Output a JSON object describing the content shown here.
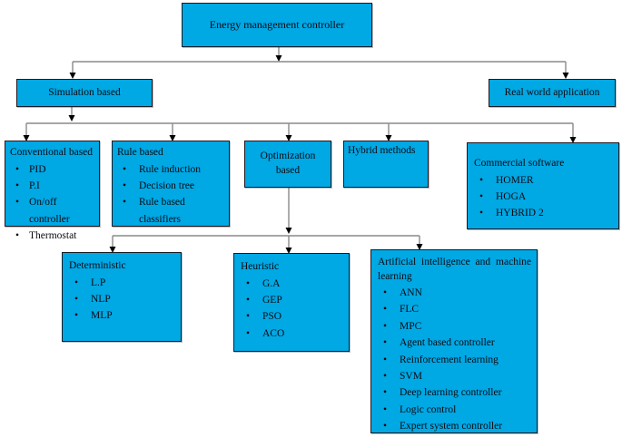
{
  "diagram": {
    "nodes": {
      "root": {
        "label": "Energy management controller"
      },
      "simulation": {
        "label": "Simulation based"
      },
      "real_world": {
        "label": "Real world application"
      },
      "conventional": {
        "title": "Conventional based",
        "items": [
          "PID",
          "P.I",
          "On/off controller",
          "Thermostat"
        ]
      },
      "rule_based": {
        "title": "Rule based",
        "items": [
          "Rule induction",
          "Decision tree",
          "Rule based classifiers"
        ]
      },
      "optimization": {
        "label": "Optimization based"
      },
      "hybrid": {
        "label": "Hybrid methods"
      },
      "commercial": {
        "title": "Commercial software",
        "items": [
          "HOMER",
          "HOGA",
          "HYBRID 2"
        ]
      },
      "deterministic": {
        "title": "Deterministic",
        "items": [
          "L.P",
          "NLP",
          "MLP"
        ]
      },
      "heuristic": {
        "title": "Heuristic",
        "items": [
          "G.A",
          "GEP",
          "PSO",
          "ACO"
        ]
      },
      "ai_ml": {
        "title": "Artificial intelligence and machine learning",
        "items": [
          "ANN",
          "FLC",
          "MPC",
          "Agent based controller",
          "Reinforcement learning",
          "SVM",
          "Deep learning controller",
          "Logic control",
          "Expert system controller"
        ]
      }
    },
    "edges": [
      [
        "root",
        "simulation"
      ],
      [
        "root",
        "real_world"
      ],
      [
        "simulation",
        "conventional"
      ],
      [
        "simulation",
        "rule_based"
      ],
      [
        "simulation",
        "optimization"
      ],
      [
        "simulation",
        "hybrid"
      ],
      [
        "simulation",
        "commercial"
      ],
      [
        "optimization",
        "deterministic"
      ],
      [
        "optimization",
        "heuristic"
      ],
      [
        "optimization",
        "ai_ml"
      ]
    ]
  },
  "colors": {
    "node_fill": "#00A8E4",
    "node_border": "#1b1b24",
    "connector": "#8a8a8a",
    "arrowhead": "#000000",
    "text": "#0a0a12"
  }
}
